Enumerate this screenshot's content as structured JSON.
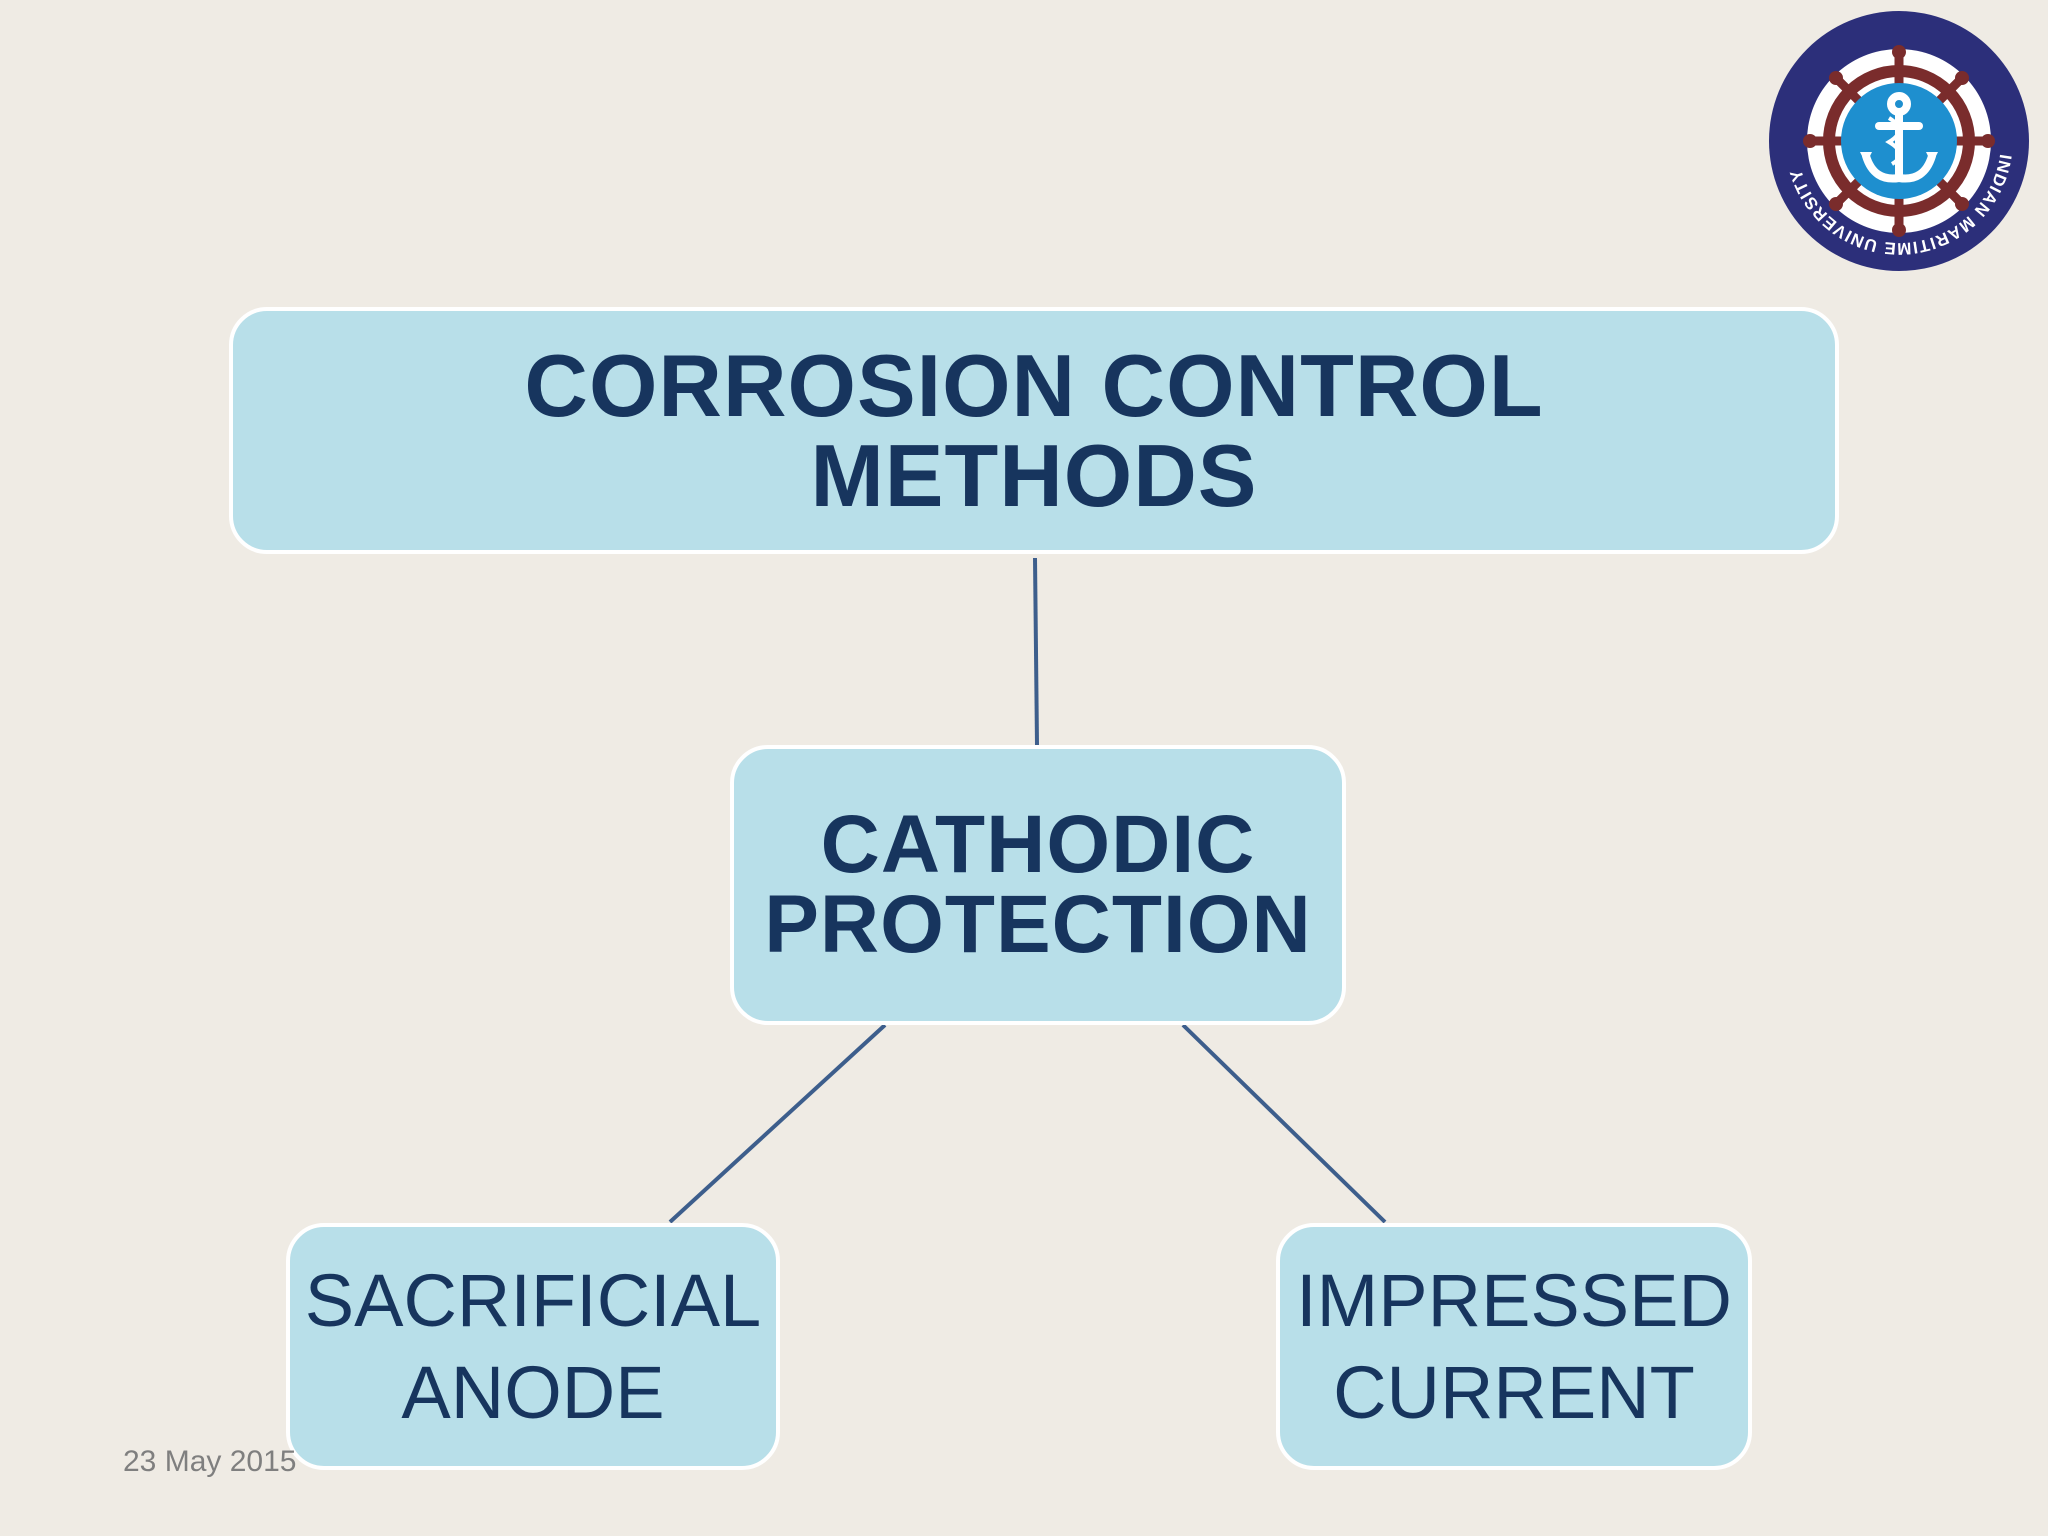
{
  "diagram": {
    "root": {
      "line1": "CORROSION CONTROL",
      "line2": "METHODS"
    },
    "middle": {
      "line1": "CATHODIC",
      "line2": "PROTECTION"
    },
    "left": {
      "line1": "SACRIFICIAL",
      "line2": "ANODE"
    },
    "right": {
      "line1": "IMPRESSED",
      "line2": "CURRENT"
    }
  },
  "footer": {
    "date": "23 May 2015"
  },
  "logo": {
    "name": "INDIAN MARITIME UNIVERSITY",
    "icon": "ship-wheel-anchor-emblem"
  },
  "colors": {
    "background": "#efebe4",
    "node_fill": "#b8dfe9",
    "node_border": "#ffffff",
    "node_text": "#17355e",
    "connector": "#3d5e8c",
    "date_text": "#7f7f7f",
    "logo_ring": "#2c2f7a",
    "logo_wheel": "#7a2c2c",
    "logo_center": "#1e8fcf"
  }
}
